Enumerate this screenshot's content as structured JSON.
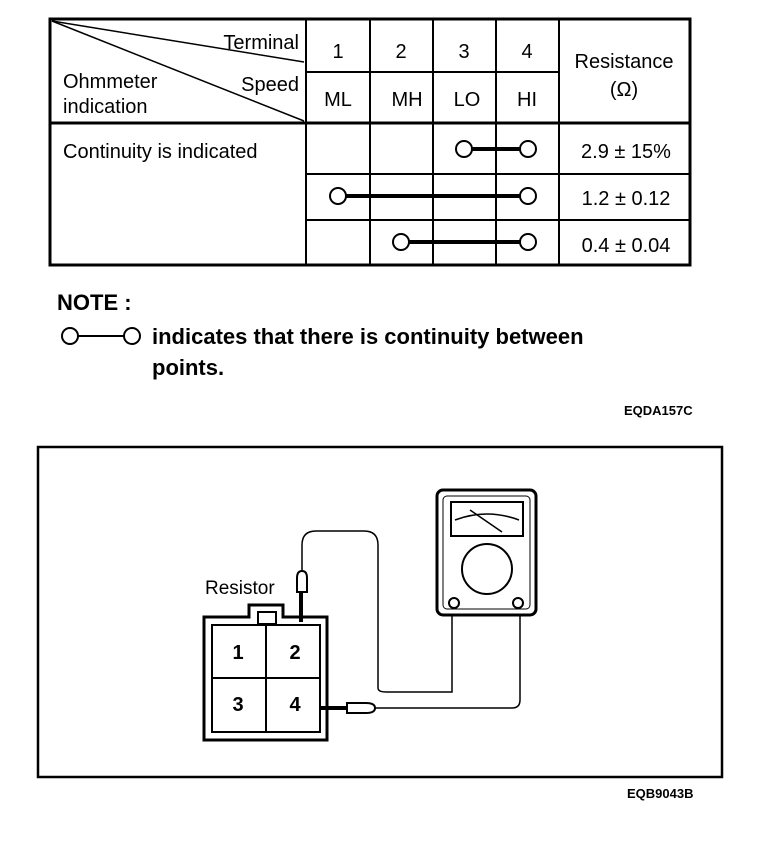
{
  "table": {
    "header": {
      "terminal": "Terminal",
      "speed": "Speed",
      "ohmmeter_line1": "Ohmmeter",
      "ohmmeter_line2": "indication",
      "terminals": [
        "1",
        "2",
        "3",
        "4"
      ],
      "speeds": [
        "ML",
        "MH",
        "LO",
        "HI"
      ],
      "resistance_line1": "Resistance",
      "resistance_line2": "(Ω)"
    },
    "row_label": "Continuity is indicated",
    "rows": [
      {
        "from_terminal": 3,
        "to_terminal": 4,
        "resistance": "2.9 ± 15%"
      },
      {
        "from_terminal": 1,
        "to_terminal": 4,
        "resistance": "1.2 ± 0.12"
      },
      {
        "from_terminal": 2,
        "to_terminal": 4,
        "resistance": "0.4 ± 0.04"
      }
    ]
  },
  "note": {
    "title": "NOTE :",
    "line1": "indicates that there is continuity between",
    "line2": "points."
  },
  "code_top": "EQDA157C",
  "diagram": {
    "resistor_label": "Resistor",
    "pins": [
      "1",
      "2",
      "3",
      "4"
    ]
  },
  "code_bottom": "EQB9043B"
}
